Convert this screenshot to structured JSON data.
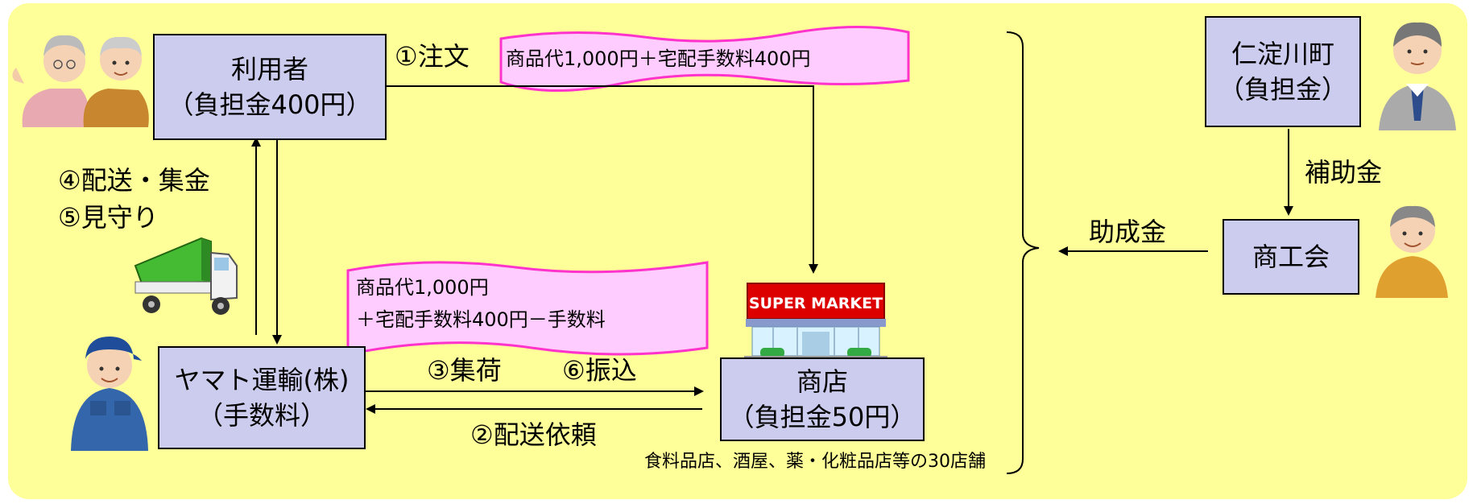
{
  "nodes": {
    "user": {
      "line1": "利用者",
      "line2": "（負担金400円）"
    },
    "yamato": {
      "line1": "ヤマト運輸(株)",
      "line2": "（手数料）"
    },
    "shop": {
      "line1": "商店",
      "line2": "（負担金50円）"
    },
    "town": {
      "line1": "仁淀川町",
      "line2": "（負担金）"
    },
    "chamber": {
      "line1": "商工会"
    }
  },
  "labels": {
    "order": "①注文",
    "delivery_request": "②配送依頼",
    "pickup": "③集荷",
    "transfer": "⑥振込",
    "delivery_collection": "④配送・集金",
    "watch": "⑤見守り",
    "subsidy": "補助金",
    "grant": "助成金",
    "shop_note": "食料品店、酒屋、薬・化粧品店等の30店舗"
  },
  "banners": {
    "top": "商品代1,000円＋宅配手数料400円",
    "middle_line1": "商品代1,000円",
    "middle_line2": "＋宅配手数料400円－手数料"
  },
  "supermarket_sign": "SUPER MARKET",
  "colors": {
    "background": "#ffff99",
    "box_fill": "#ccccee",
    "banner_fill": "#ffccff",
    "banner_border": "#ff33cc",
    "sign_red": "#dd0000"
  }
}
